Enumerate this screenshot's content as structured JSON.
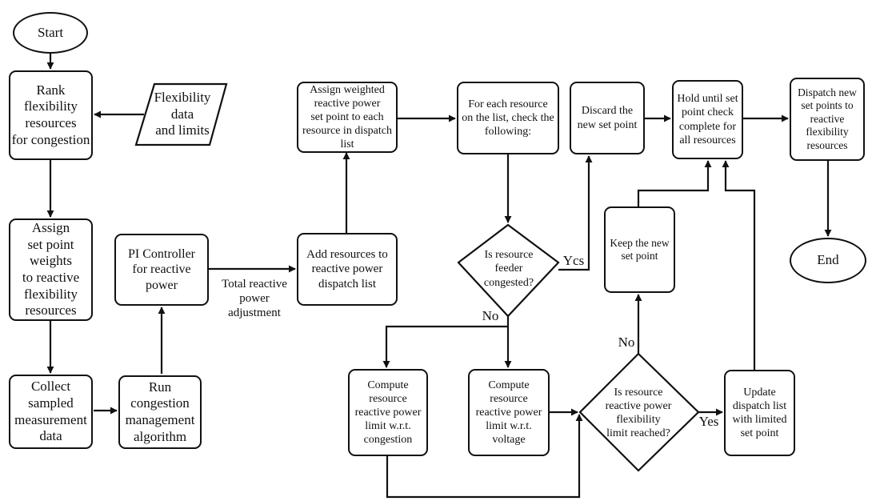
{
  "nodes": {
    "start": "Start",
    "rank": "Rank\nflexibility\nresources\nfor congestion",
    "flex_data": "Flexibility\ndata\nand limits",
    "assign_weights": "Assign\nset point\nweights\nto reactive\nflexibility\nresources",
    "collect": "Collect\nsampled\nmeasurement\ndata",
    "run_cm": "Run\ncongestion\nmanagement\nalgorithm",
    "pi": "PI Controller\nfor reactive power",
    "add_resources": "Add resources to\nreactive power\ndispatch list",
    "assign_weighted": "Assign weighted\nreactive power\nset point to each\nresource in dispatch\nlist",
    "for_each": "For each resource\non the list, check the\nfollowing:",
    "feeder_q": "Is resource\nfeeder\ncongested?",
    "discard": "Discard the\nnew set point",
    "compute_cong": "Compute\nresource\nreactive power\nlimit w.r.t.\ncongestion",
    "compute_volt": "Compute\nresource\nreactive power\nlimit w.r.t.\nvoltage",
    "limit_q": "Is resource\nreactive power\nflexibility\nlimit reached?",
    "keep": "Keep the new\nset point",
    "update": "Update\ndispatch list\nwith limited\nset point",
    "hold": "Hold until set\npoint check\ncomplete for\nall resources",
    "dispatch": "Dispatch new\nset points to\nreactive\nflexibility\nresources",
    "end": "End"
  },
  "labels": {
    "total_adjust": "Total reactive\npower\nadjustment",
    "yes_feeder": "Ycs",
    "no_feeder": "No",
    "no_limit": "No",
    "yes_limit": "Yes"
  }
}
